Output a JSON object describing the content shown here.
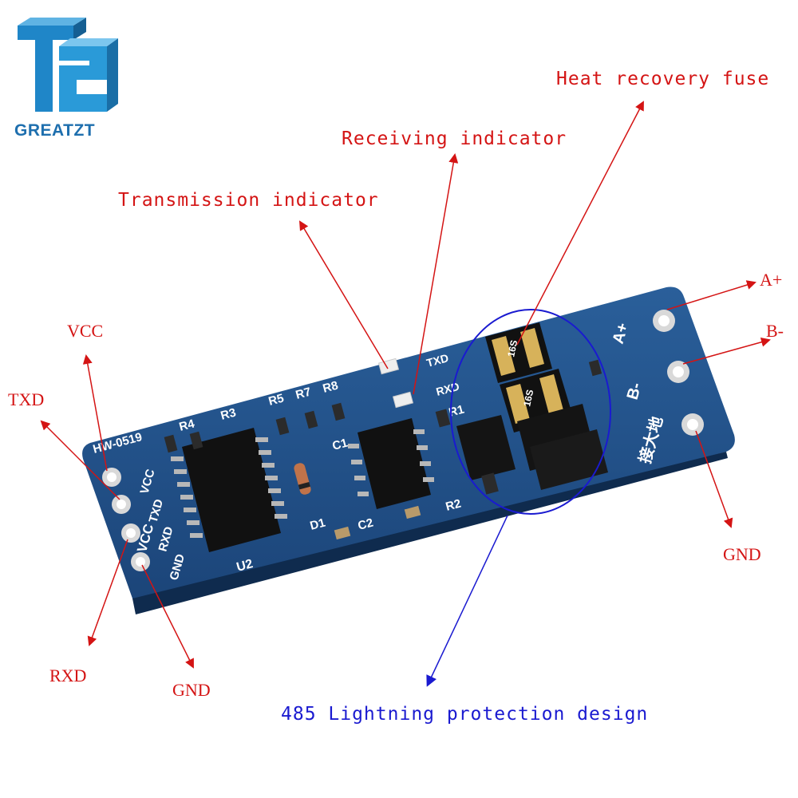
{
  "brand": {
    "name": "GREATZT"
  },
  "colors": {
    "arrow": "#d41414",
    "annotation": "#1a1ad0",
    "pcb": "#1e4e86",
    "logo": "#1e6fae"
  },
  "callouts": {
    "heat_fuse": "Heat recovery fuse",
    "rx_led": "Receiving indicator",
    "tx_led": "Transmission indicator",
    "a_plus": "A+",
    "b_minus": "B-",
    "gnd_right": "GND",
    "vcc": "VCC",
    "txd": "TXD",
    "rxd": "RXD",
    "gnd_left": "GND",
    "protection": "485 Lightning protection design"
  },
  "board": {
    "model": "HW-0519",
    "pins_left": [
      "VCC",
      "TXD",
      "RXD",
      "GND"
    ],
    "pins_right": [
      "A+",
      "B-",
      "接大地"
    ],
    "led_labels": [
      "TXD",
      "RXD"
    ],
    "refs": [
      "R1",
      "R2",
      "R3",
      "R4",
      "R5",
      "R7",
      "R8",
      "C1",
      "C2",
      "D1",
      "U2"
    ],
    "fuse_markings": [
      "16S",
      "16S"
    ]
  }
}
